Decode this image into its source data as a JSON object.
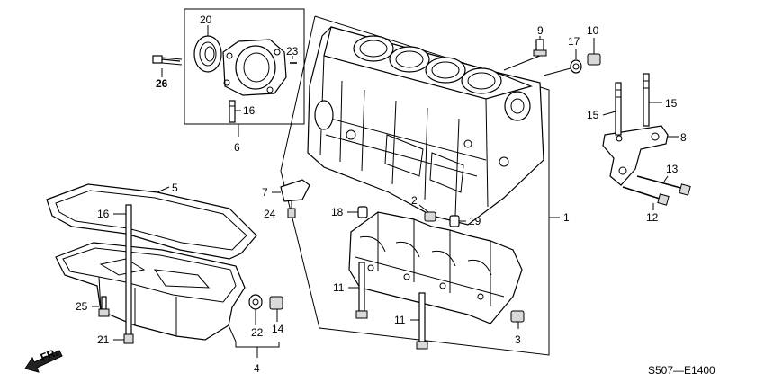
{
  "callouts": [
    {
      "id": "c1",
      "text": "1"
    },
    {
      "id": "c2",
      "text": "2"
    },
    {
      "id": "c3",
      "text": "3"
    },
    {
      "id": "c4",
      "text": "4"
    },
    {
      "id": "c5",
      "text": "5"
    },
    {
      "id": "c6",
      "text": "6"
    },
    {
      "id": "c7",
      "text": "7"
    },
    {
      "id": "c8",
      "text": "8"
    },
    {
      "id": "c9",
      "text": "9"
    },
    {
      "id": "c10",
      "text": "10"
    },
    {
      "id": "c11a",
      "text": "11"
    },
    {
      "id": "c11b",
      "text": "11"
    },
    {
      "id": "c12",
      "text": "12"
    },
    {
      "id": "c13",
      "text": "13"
    },
    {
      "id": "c14",
      "text": "14"
    },
    {
      "id": "c15a",
      "text": "15"
    },
    {
      "id": "c15b",
      "text": "15"
    },
    {
      "id": "c16a",
      "text": "16"
    },
    {
      "id": "c16b",
      "text": "16"
    },
    {
      "id": "c17",
      "text": "17"
    },
    {
      "id": "c18",
      "text": "18"
    },
    {
      "id": "c19",
      "text": "19"
    },
    {
      "id": "c20",
      "text": "20"
    },
    {
      "id": "c21",
      "text": "21"
    },
    {
      "id": "c22",
      "text": "22"
    },
    {
      "id": "c23",
      "text": "23"
    },
    {
      "id": "c24",
      "text": "24"
    },
    {
      "id": "c25",
      "text": "25"
    },
    {
      "id": "c26",
      "text": "26"
    }
  ],
  "front_label": "FR.",
  "diagram_code": "S507—E1400"
}
